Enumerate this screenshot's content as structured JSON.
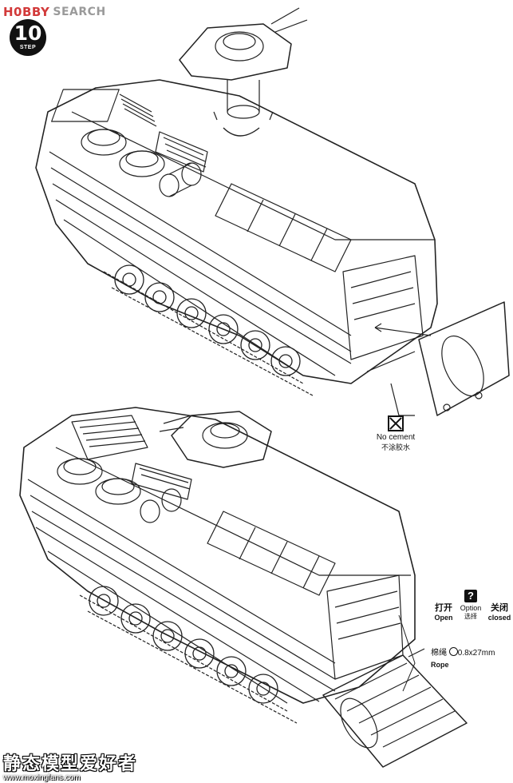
{
  "header": {
    "brand_logo": "H0BBY",
    "brand_search": "SEARCH"
  },
  "step": {
    "number": "10",
    "label": "STEP"
  },
  "callouts": {
    "no_cement_en": "No cement",
    "no_cement_cn": "不涂胶水",
    "open_cn": "打开",
    "open_en": "Open",
    "option_icon": "?",
    "option_en": "Option",
    "option_cn": "选择",
    "closed_cn": "关闭",
    "closed_en": "closed",
    "rope_cn": "棉绳",
    "rope_spec": "0.8x27mm",
    "rope_en": "Rope"
  },
  "watermark": {
    "text": "静态模型爱好者",
    "url": "www.moxingfans.com"
  },
  "colors": {
    "brand_red": "#d23a3a",
    "ink": "#111111"
  }
}
